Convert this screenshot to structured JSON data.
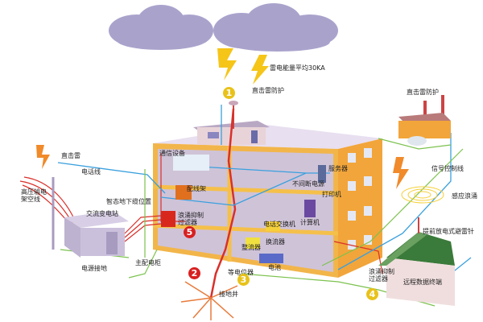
{
  "colors": {
    "power_line": "#d9302a",
    "signal_line": "#3aa0de",
    "ground_line": "#7cc24e",
    "building_orange": "#f2a53a",
    "interior": "#cfc3d8",
    "cloud": "#a9a3cc",
    "lightning": "#f5c518"
  },
  "labels": {
    "lightning_energy": "雷电能量平均30KA",
    "direct_protection_main": "直击雷防护",
    "direct_protection_factory": "直击雷防护",
    "direct_strike": "直击雷",
    "phone_line": "电话线",
    "hv_line": "高压输电架空线",
    "substation": "交流变电站",
    "underground_cable": "智态地下缆位置",
    "power_ground": "电源接地",
    "main_panel": "主配电柜",
    "comm_equipment": "通信设备",
    "patch_panel": "配线架",
    "surge_filter_main": "浪涌抑制过滤器",
    "equipotential": "等电位器",
    "ground_well": "接地井",
    "server": "服务器",
    "ups": "不间断电源",
    "printer": "打印机",
    "pbx": "电话交换机",
    "computer": "计算机",
    "inverter": "换流器",
    "rectifier": "整流器",
    "battery": "电池",
    "signal_control_line": "信号控制线",
    "induced_surge": "感应浪涌",
    "early_streamer_rod": "提前放电式避雷针",
    "surge_filter_remote": "浪涌抑制过滤器",
    "remote_terminal": "远程数据终端"
  },
  "markers": [
    "1",
    "2",
    "3",
    "4",
    "5"
  ]
}
